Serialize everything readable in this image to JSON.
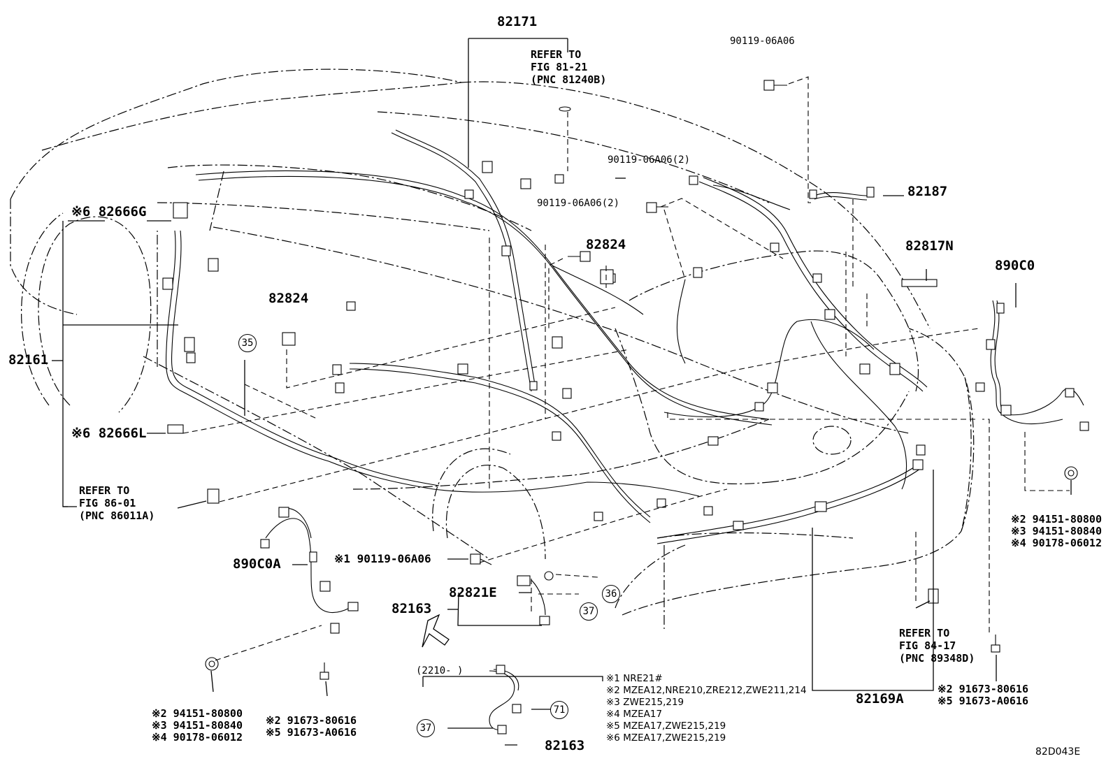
{
  "labels": {
    "p82171": "82171",
    "refer1": "REFER TO\nFIG 81-21\n(PNC 81240B)",
    "p90119_top": "90119-06A06",
    "p90119_2a": "90119-06A06(2)",
    "p90119_2b": "90119-06A06(2)",
    "p82187": "82187",
    "p82824a": "82824",
    "p82824b": "82824",
    "p82817n": "82817N",
    "p890c0": "890C0",
    "p82666g": "※6 82666G",
    "p82161": "82161",
    "p82666l": "※6 82666L",
    "refer2": "REFER TO\nFIG 86-01\n(PNC 86011A)",
    "p90119_x1": "※1 90119-06A06",
    "p890c0a": "890C0A",
    "p82821e": "82821E",
    "p82163a": "82163",
    "p82163b": "82163",
    "c35": "35",
    "c36": "36",
    "c37a": "37",
    "c37b": "37",
    "c71": "71",
    "range": "(2210-      )",
    "bl1": "※2 94151-80800",
    "bl2": "※3 94151-80840",
    "bl3": "※4 90178-06012",
    "bm1": "※2 91673-80616",
    "bm2": "※5 91673-A0616",
    "rt1": "※2 94151-80800",
    "rt2": "※3 94151-80840",
    "rt3": "※4 90178-06012",
    "refer3": "REFER TO\nFIG 84-17\n(PNC 89348D)",
    "p82169a": "82169A",
    "rb1": "※2 91673-80616",
    "rb2": "※5 91673-A0616",
    "code": "82D043E"
  },
  "notes": [
    "※1 NRE21#",
    "※2 MZEA12,NRE210,ZRE212,ZWE211,214",
    "※3 ZWE215,219",
    "※4 MZEA17",
    "※5 MZEA17,ZWE215,219",
    "※6 MZEA17,ZWE215,219"
  ]
}
